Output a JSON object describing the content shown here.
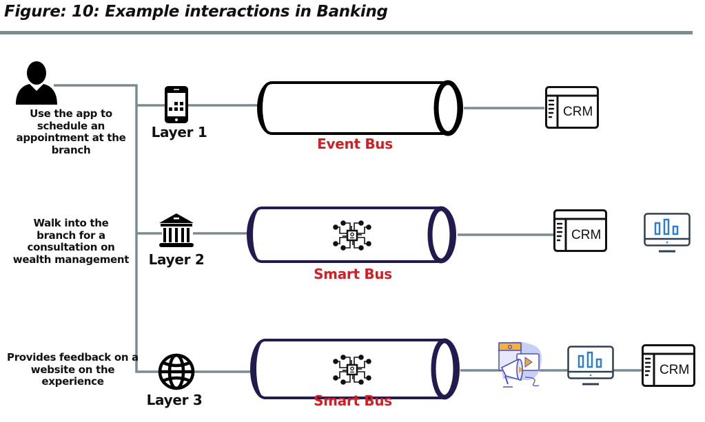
{
  "figure": {
    "title": "Figure: 10: Example interactions in Banking"
  },
  "colors": {
    "connector": "#7a8c93",
    "event_bus_outline": "#000000",
    "smart_bus_outline": "#231a50",
    "bus_label": "#d21f26",
    "monitor_outline": "#2f3f52",
    "monitor_bars": "#2f7dc8"
  },
  "actor": {
    "icon": "user-icon"
  },
  "interactions": [
    {
      "description": "Use the app to schedule an appointment at the branch",
      "layer_label": "Layer 1",
      "channel_icon": "smartphone-icon",
      "bus_label": "Event Bus",
      "bus_type": "event",
      "targets": [
        "CRM"
      ]
    },
    {
      "description": "Walk into the branch for a consultation on wealth management",
      "layer_label": "Layer 2",
      "channel_icon": "bank-icon",
      "bus_label": "Smart Bus",
      "bus_type": "smart",
      "targets": [
        "CRM",
        "analytics-monitor"
      ]
    },
    {
      "description": "Provides feedback on a website on the experience",
      "layer_label": "Layer 3",
      "channel_icon": "globe-icon",
      "bus_label": "Smart Bus",
      "bus_type": "smart",
      "targets": [
        "marketing-media",
        "analytics-monitor",
        "CRM"
      ]
    }
  ],
  "labels": {
    "crm": "CRM"
  }
}
